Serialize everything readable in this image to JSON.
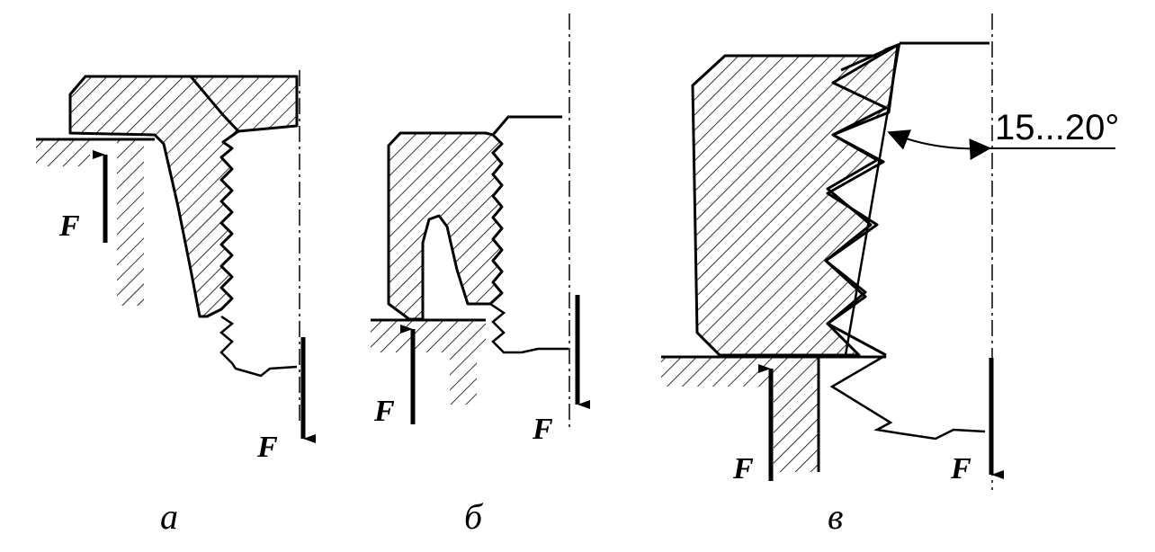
{
  "diagram": {
    "force_label": "F",
    "angle_label": "15...20°",
    "subfigures": [
      {
        "id": "a",
        "label": "а"
      },
      {
        "id": "b",
        "label": "б"
      },
      {
        "id": "v",
        "label": "в"
      }
    ]
  }
}
